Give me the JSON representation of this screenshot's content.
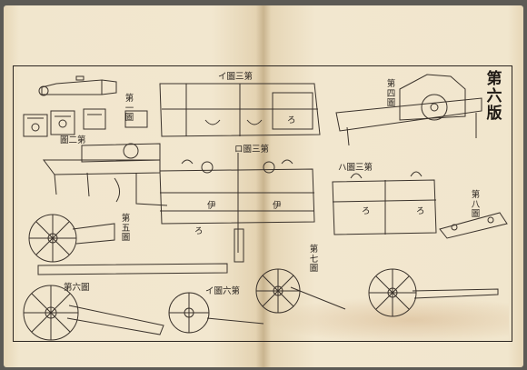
{
  "plate_title": "第六版",
  "figures": {
    "f1": "第一圖",
    "f2": "圖二第",
    "f3i": "イ圖三第",
    "f3ro": "ロ圖三第",
    "f3ha": "ハ圖三第",
    "f4": "第四圖",
    "f5": "第五圖",
    "f6": "第六圖",
    "f6i": "イ圖六第",
    "f7": "第七圖",
    "f8": "第八圖"
  },
  "part_marks": [
    "ろ",
    "ろ",
    "ろ",
    "ろ",
    "伊",
    "伊"
  ],
  "colors": {
    "paper": "#efe3c9",
    "ink": "#2b2520",
    "stain": "#c4966a"
  }
}
